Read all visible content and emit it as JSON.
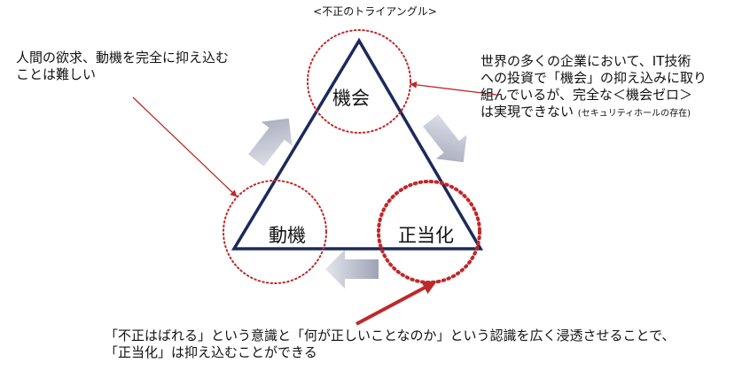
{
  "title": "<不正のトライアングル>",
  "nodes": {
    "opportunity": "機会",
    "motivation": "動機",
    "rationalization": "正当化"
  },
  "notes": {
    "left_line1": "人間の欲求、動機を完全に抑え込む",
    "left_line2": "ことは難しい",
    "right_line1": "世界の多くの企業において、IT技術",
    "right_line2": "への投資で「機会」の抑え込みに取り",
    "right_line3": "組んでいるが、完全な＜機会ゼロ＞",
    "right_line4": "は実現できない",
    "right_line4_small": "(セキュリティホールの存在)",
    "bottom_line1": "「不正はばれる」という意識と「何が正しいことなのか」という認識を広く浸透させることで、",
    "bottom_line2": "「正当化」は抑え込むことができる"
  },
  "colors": {
    "triangle": "#1c2a5a",
    "circle_dotted": "#c0282a",
    "pointer_arrow": "#c0282a",
    "flow_arrow": "#a8acbb"
  }
}
